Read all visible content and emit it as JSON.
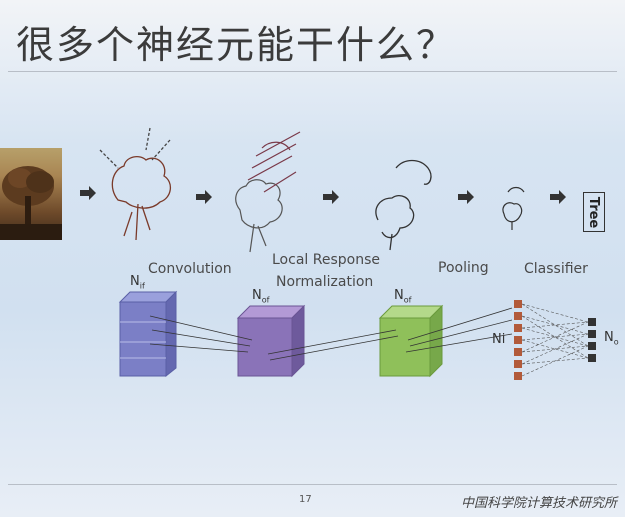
{
  "title": "很多个神经元能干什么？",
  "pipeline": {
    "convolution": "Convolution",
    "lrn_line1": "Local Response",
    "lrn_line2": "Normalization",
    "pooling": "Pooling",
    "classifier": "Classifier",
    "output": "Tree"
  },
  "diagram": {
    "n_if": "N",
    "n_if_sub": "if",
    "n_of_1": "N",
    "n_of_1_sub": "of",
    "n_of_2": "N",
    "n_of_2_sub": "of",
    "ni": "Ni",
    "n_o": "N",
    "n_o_sub": "o"
  },
  "footer": {
    "page_number": "17",
    "institution": "中国科学院计算技术研究所"
  },
  "colors": {
    "box_blue": "#7b7fc6",
    "box_purple": "#8a73b8",
    "box_green": "#8fc05a",
    "arrow": "#333333"
  }
}
